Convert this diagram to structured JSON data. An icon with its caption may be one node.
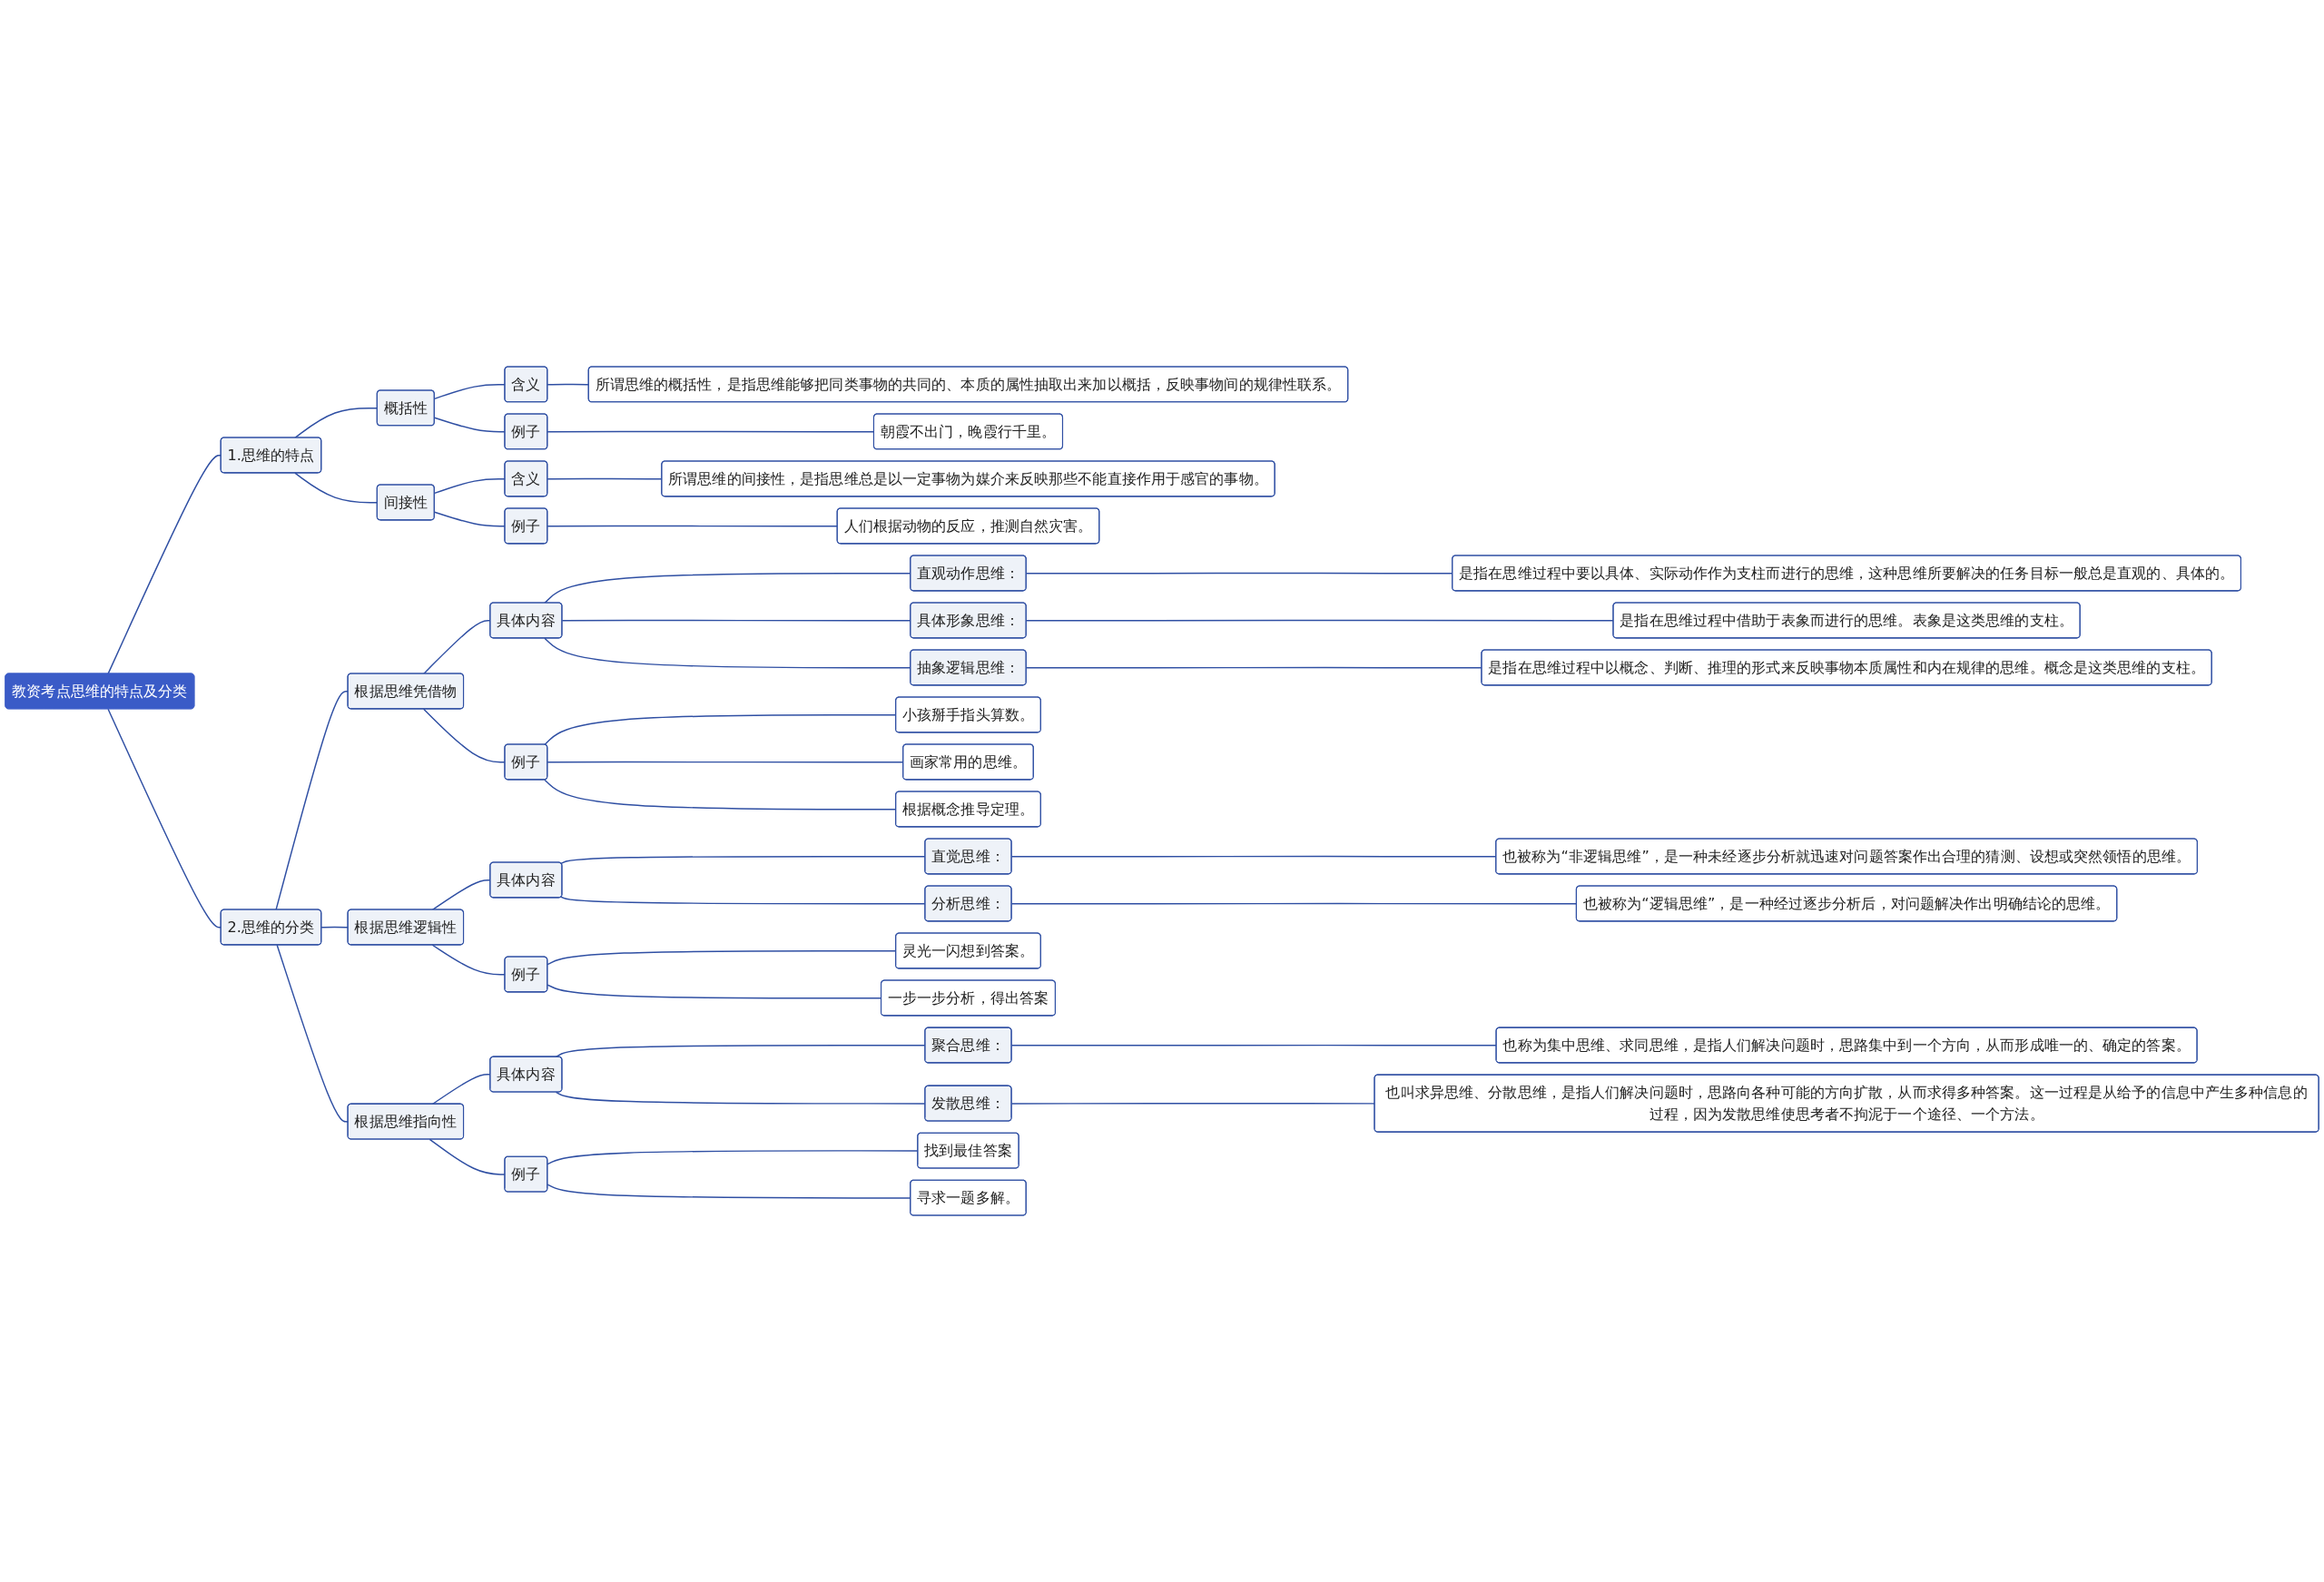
{
  "diagram": {
    "nodes": [
      {
        "text": [
          "教资考点思维的特点及分类"
        ]
      },
      {
        "text": [
          "1.思维的特点"
        ]
      },
      {
        "text": [
          "概括性"
        ]
      },
      {
        "text": [
          "含义"
        ]
      },
      {
        "text": [
          "所谓思维的概括性，是指思维能够把同类事物的共同的、本质的属性抽取出来加以概括，反映事物间的规律性联系。"
        ]
      },
      {
        "text": [
          "例子"
        ]
      },
      {
        "text": [
          "朝霞不出门，晚霞行千里。"
        ]
      },
      {
        "text": [
          "间接性"
        ]
      },
      {
        "text": [
          "含义"
        ]
      },
      {
        "text": [
          "所谓思维的间接性，是指思维总是以一定事物为媒介来反映那些不能直接作用于感官的事物。"
        ]
      },
      {
        "text": [
          "例子"
        ]
      },
      {
        "text": [
          "人们根据动物的反应，推测自然灾害。"
        ]
      },
      {
        "text": [
          "2.思维的分类"
        ]
      },
      {
        "text": [
          "根据思维凭借物"
        ]
      },
      {
        "text": [
          "具体内容"
        ]
      },
      {
        "text": [
          "直观动作思维："
        ]
      },
      {
        "text": [
          "是指在思维过程中要以具体、实际动作作为支柱而进行的思维，这种思维所要解决的任务目标一般总是直观的、具体的。"
        ]
      },
      {
        "text": [
          "具体形象思维："
        ]
      },
      {
        "text": [
          "是指在思维过程中借助于表象而进行的思维。表象是这类思维的支柱。"
        ]
      },
      {
        "text": [
          "抽象逻辑思维："
        ]
      },
      {
        "text": [
          "是指在思维过程中以概念、判断、推理的形式来反映事物本质属性和内在规律的思维。概念是这类思维的支柱。"
        ]
      },
      {
        "text": [
          "例子"
        ]
      },
      {
        "text": [
          "小孩掰手指头算数。"
        ]
      },
      {
        "text": [
          "画家常用的思维。"
        ]
      },
      {
        "text": [
          "根据概念推导定理。"
        ]
      },
      {
        "text": [
          "根据思维逻辑性"
        ]
      },
      {
        "text": [
          "具体内容"
        ]
      },
      {
        "text": [
          "直觉思维："
        ]
      },
      {
        "text": [
          "也被称为“非逻辑思维”，是一种未经逐步分析就迅速对问题答案作出合理的猜测、设想或突然领悟的思维。"
        ]
      },
      {
        "text": [
          "分析思维："
        ]
      },
      {
        "text": [
          "也被称为“逻辑思维”，是一种经过逐步分析后，对问题解决作出明确结论的思维。"
        ]
      },
      {
        "text": [
          "例子"
        ]
      },
      {
        "text": [
          "灵光一闪想到答案。"
        ]
      },
      {
        "text": [
          "一步一步分析，得出答案"
        ]
      },
      {
        "text": [
          "根据思维指向性"
        ]
      },
      {
        "text": [
          "具体内容"
        ]
      },
      {
        "text": [
          "聚合思维："
        ]
      },
      {
        "text": [
          "也称为集中思维、求同思维，是指人们解决问题时，思路集中到一个方向，从而形成唯一的、确定的答案。"
        ]
      },
      {
        "text": [
          "发散思维："
        ]
      },
      {
        "text": [
          "也叫求异思维、分散思维，是指人们解决问题时，思路向各种可能的方向扩散，从而求得多种答案。这一过程是从给予的信息中产生多种信息的过程，因为发散思维使思考者不拘泥于一个途径、一个方法。"
        ]
      },
      {
        "text": [
          "例子"
        ]
      },
      {
        "text": [
          "找到最佳答案"
        ]
      },
      {
        "text": [
          "寻求一题多解。"
        ]
      }
    ],
    "edges": [
      {
        "from": 0,
        "to": 1,
        "arrow": "none"
      },
      {
        "from": 1,
        "to": 2,
        "arrow": "none"
      },
      {
        "from": 2,
        "to": 3,
        "arrow": "none"
      },
      {
        "from": 3,
        "to": 4,
        "arrow": "none"
      },
      {
        "from": 2,
        "to": 5,
        "arrow": "none"
      },
      {
        "from": 5,
        "to": 6,
        "arrow": "none"
      },
      {
        "from": 1,
        "to": 7,
        "arrow": "none"
      },
      {
        "from": 7,
        "to": 8,
        "arrow": "none"
      },
      {
        "from": 8,
        "to": 9,
        "arrow": "none"
      },
      {
        "from": 7,
        "to": 10,
        "arrow": "none"
      },
      {
        "from": 10,
        "to": 11,
        "arrow": "none"
      },
      {
        "from": 0,
        "to": 12,
        "arrow": "none"
      },
      {
        "from": 12,
        "to": 13,
        "arrow": "none"
      },
      {
        "from": 13,
        "to": 14,
        "arrow": "none"
      },
      {
        "from": 14,
        "to": 15,
        "arrow": "none"
      },
      {
        "from": 15,
        "to": 16,
        "arrow": "none"
      },
      {
        "from": 14,
        "to": 17,
        "arrow": "none"
      },
      {
        "from": 17,
        "to": 18,
        "arrow": "none"
      },
      {
        "from": 14,
        "to": 19,
        "arrow": "none"
      },
      {
        "from": 19,
        "to": 20,
        "arrow": "none"
      },
      {
        "from": 13,
        "to": 21,
        "arrow": "none"
      },
      {
        "from": 21,
        "to": 22,
        "arrow": "none"
      },
      {
        "from": 21,
        "to": 23,
        "arrow": "none"
      },
      {
        "from": 21,
        "to": 24,
        "arrow": "none"
      },
      {
        "from": 12,
        "to": 25,
        "arrow": "none"
      },
      {
        "from": 25,
        "to": 26,
        "arrow": "none"
      },
      {
        "from": 26,
        "to": 27,
        "arrow": "none"
      },
      {
        "from": 27,
        "to": 28,
        "arrow": "none"
      },
      {
        "from": 26,
        "to": 29,
        "arrow": "none"
      },
      {
        "from": 29,
        "to": 30,
        "arrow": "none"
      },
      {
        "from": 25,
        "to": 31,
        "arrow": "none"
      },
      {
        "from": 31,
        "to": 32,
        "arrow": "none"
      },
      {
        "from": 31,
        "to": 33,
        "arrow": "none"
      },
      {
        "from": 12,
        "to": 34,
        "arrow": "none"
      },
      {
        "from": 34,
        "to": 35,
        "arrow": "none"
      },
      {
        "from": 35,
        "to": 36,
        "arrow": "none"
      },
      {
        "from": 36,
        "to": 37,
        "arrow": "none"
      },
      {
        "from": 35,
        "to": 38,
        "arrow": "none"
      },
      {
        "from": 38,
        "to": 39,
        "arrow": "none"
      },
      {
        "from": 34,
        "to": 40,
        "arrow": "none"
      },
      {
        "from": 40,
        "to": 41,
        "arrow": "none"
      },
      {
        "from": 40,
        "to": 42,
        "arrow": "none"
      }
    ]
  }
}
